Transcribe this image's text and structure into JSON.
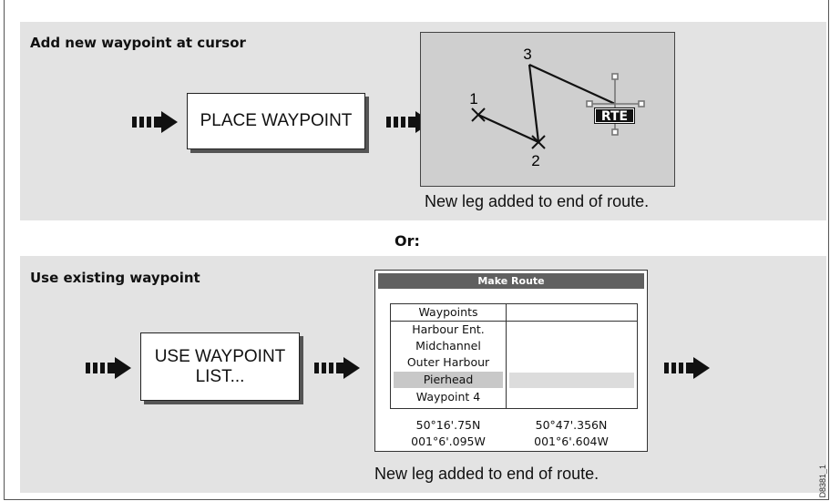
{
  "top": {
    "title": "Add new waypoint at cursor",
    "button": "PLACE WAYPOINT",
    "caption": "New leg added to end of route.",
    "chart": {
      "waypoint_labels": [
        "1",
        "2",
        "3"
      ],
      "cursor_label": "RTE"
    }
  },
  "separator": "Or:",
  "bottom": {
    "title": "Use existing waypoint",
    "button_line1": "USE WAYPOINT",
    "button_line2": "LIST...",
    "caption": "New leg added to end of route.",
    "make_route": {
      "title": "Make Route",
      "list_header": "Waypoints",
      "waypoints": [
        "Harbour Ent.",
        "Midchannel",
        "Outer Harbour",
        "Pierhead",
        "Waypoint 4"
      ],
      "selected": "Pierhead",
      "left_lat": "50°16'.75N",
      "left_lon": "001°6'.095W",
      "right_lat": "50°47'.356N",
      "right_lon": "001°6'.604W"
    }
  },
  "figure_code": "D8381_1",
  "colors": {
    "panel": "#e3e3e3",
    "chart": "#cfcfcf",
    "highlight": "#c8c8c8",
    "title_bar": "#606060"
  }
}
